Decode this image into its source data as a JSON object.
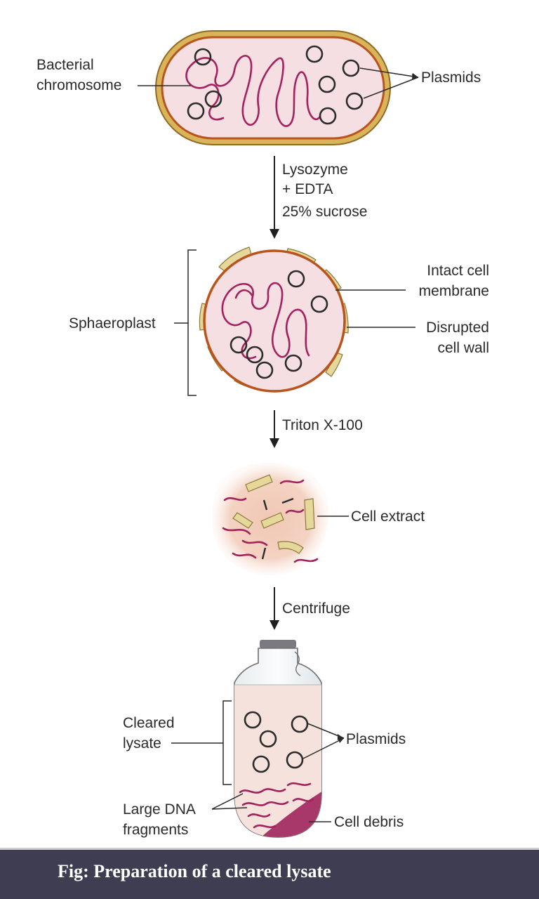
{
  "labels": {
    "bacterial_chromosome_1": "Bacterial",
    "bacterial_chromosome_2": "chromosome",
    "plasmids_top": "Plasmids",
    "step1_line1": "Lysozyme",
    "step1_line2": "+ EDTA",
    "step1_line3": "25% sucrose",
    "sphaeroplast": "Sphaeroplast",
    "intact_membrane_1": "Intact cell",
    "intact_membrane_2": "membrane",
    "disrupted_wall_1": "Disrupted",
    "disrupted_wall_2": "cell wall",
    "step2": "Triton X-100",
    "cell_extract": "Cell extract",
    "step3": "Centrifuge",
    "cleared_lysate_1": "Cleared",
    "cleared_lysate_2": "lysate",
    "plasmids_bottom": "Plasmids",
    "large_dna_1": "Large DNA",
    "large_dna_2": "fragments",
    "cell_debris": "Cell debris"
  },
  "caption": "Fig: Preparation of a cleared lysate",
  "colors": {
    "dna": "#a3225e",
    "cell_wall_outer": "#d9b45a",
    "membrane": "#b8541c",
    "cytoplasm": "#f6dfe3",
    "caption_bar": "#3e3d52"
  }
}
